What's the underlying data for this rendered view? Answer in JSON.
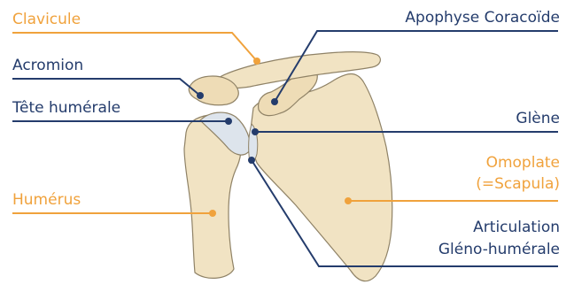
{
  "labels": {
    "clavicule": "Clavicule",
    "acromion": "Acromion",
    "tete_humerale": "Tête humérale",
    "humerus": "Humérus",
    "apophyse_coracoide": "Apophyse Coracoïde",
    "glene": "Glène",
    "omoplate_line1": "Omoplate",
    "omoplate_line2": "(=Scapula)",
    "articulation_line1": "Articulation",
    "articulation_line2": "Gléno-humérale"
  },
  "colors": {
    "orange": "#f0a23c",
    "blue": "#243c6c",
    "bone_fill": "#f1e3c3",
    "bone_stroke": "#8f8266",
    "cartilage": "#dde4ec"
  }
}
